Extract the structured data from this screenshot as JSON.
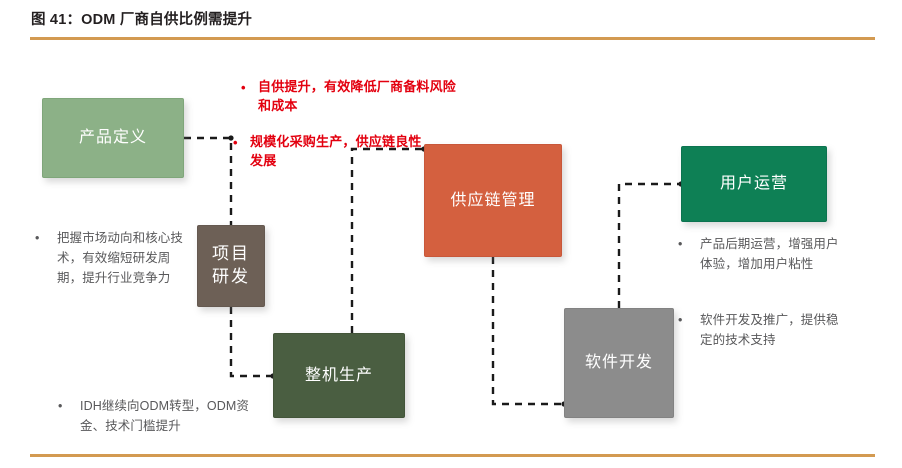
{
  "header": {
    "title": "图 41：ODM 厂商自供比例需提升",
    "rule_color": "#d39a51"
  },
  "diagram": {
    "nodes": [
      {
        "id": "product",
        "label": "产品定义",
        "color": "#8cb187"
      },
      {
        "id": "rd",
        "label": "项目\n研发",
        "color": "#6d6056"
      },
      {
        "id": "assembly",
        "label": "整机生产",
        "color": "#4a5e41"
      },
      {
        "id": "supply",
        "label": "供应链管理",
        "color": "#d4603f"
      },
      {
        "id": "software",
        "label": "软件开发",
        "color": "#8c8c8c"
      },
      {
        "id": "user",
        "label": "用户运营",
        "color": "#0e8055"
      }
    ],
    "annotations": [
      {
        "id": "annot-1",
        "bullet": "•",
        "text": "自供提升，有效降低厂商备料风险和成本",
        "color": "#e3000f"
      },
      {
        "id": "annot-2",
        "bullet": "•",
        "text": "规模化采购生产，供应链良性发展",
        "color": "#e3000f"
      }
    ],
    "notes": [
      {
        "id": "note-left-1",
        "bullet": "•",
        "text": "把握市场动向和核心技术，有效缩短研发周期，提升行业竞争力"
      },
      {
        "id": "note-left-2",
        "bullet": "•",
        "text": "IDH继续向ODM转型，ODM资金、技术门槛提升"
      },
      {
        "id": "note-right-1",
        "bullet": "•",
        "text": "产品后期运营，增强用户体验，增加用户粘性"
      },
      {
        "id": "note-right-2",
        "bullet": "•",
        "text": "软件开发及推广，提供稳定的技术支持"
      }
    ],
    "connector_style": {
      "color": "#1a1a1a",
      "dash": "7,6",
      "width": 2.4
    }
  }
}
